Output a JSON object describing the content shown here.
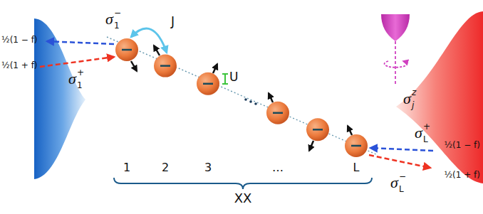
{
  "diagram": {
    "labels": [
      "½(1 − f)",
      "½(1 + f)",
      "σ",
      "1",
      "−",
      "σ",
      "1",
      "+",
      "J",
      "U",
      "σ",
      "j",
      "z",
      "σ",
      "L",
      "+",
      "½(1 − f)",
      "½(1 + f)",
      "σ",
      "L",
      "−",
      "1",
      "2",
      "3",
      "…",
      "L",
      "XX"
    ]
  }
}
